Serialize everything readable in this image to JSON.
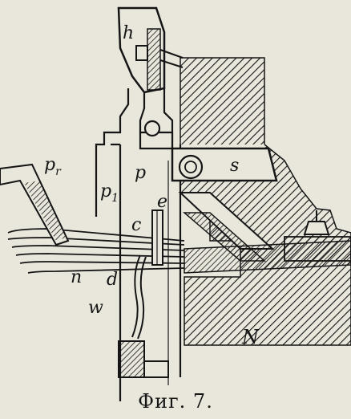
{
  "caption": "Фиг. 7.",
  "labels": {
    "h": "h",
    "s": "s",
    "p": "p",
    "p1": "p",
    "p1_sub": "1",
    "pr": "p",
    "pr_sub": "r",
    "c": "c",
    "e": "e",
    "d": "d",
    "n": "n",
    "w": "w",
    "N": "N"
  },
  "colors": {
    "paper": "#e9e6dc",
    "ink": "#151515"
  }
}
